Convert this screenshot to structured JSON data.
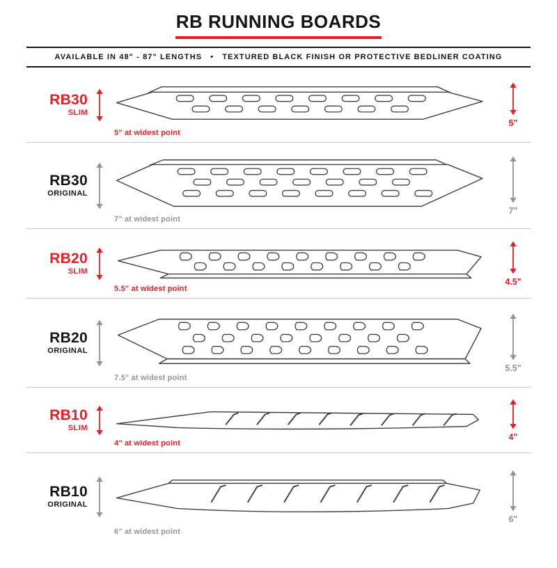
{
  "header": {
    "title": "RB RUNNING BOARDS",
    "subtitle": {
      "left": "AVAILABLE IN 48\" - 87\" LENGTHS",
      "separator": "•",
      "right": "TEXTURED BLACK FINISH OR PROTECTIVE BEDLINER COATING"
    }
  },
  "rows": [
    {
      "model": "RB30",
      "variant": "SLIM",
      "widest_label": "5\" at widest point",
      "height_label": "5\""
    },
    {
      "model": "RB30",
      "variant": "ORIGINAL",
      "widest_label": "7\" at widest point",
      "height_label": "7\""
    },
    {
      "model": "RB20",
      "variant": "SLIM",
      "widest_label": "5.5\" at widest point",
      "height_label": "4.5\""
    },
    {
      "model": "RB20",
      "variant": "ORIGINAL",
      "widest_label": "7.5\" at widest point",
      "height_label": "5.5\""
    },
    {
      "model": "RB10",
      "variant": "SLIM",
      "widest_label": "4\" at widest point",
      "height_label": "4\""
    },
    {
      "model": "RB10",
      "variant": "ORIGINAL",
      "widest_label": "6\" at widest point",
      "height_label": "6\""
    }
  ],
  "colors": {
    "accent_red": "#ed1c24",
    "dim_gray": "#949494",
    "text_dark": "#141414"
  },
  "icons": {
    "dimension_arrow": "vertical-double-arrow"
  }
}
